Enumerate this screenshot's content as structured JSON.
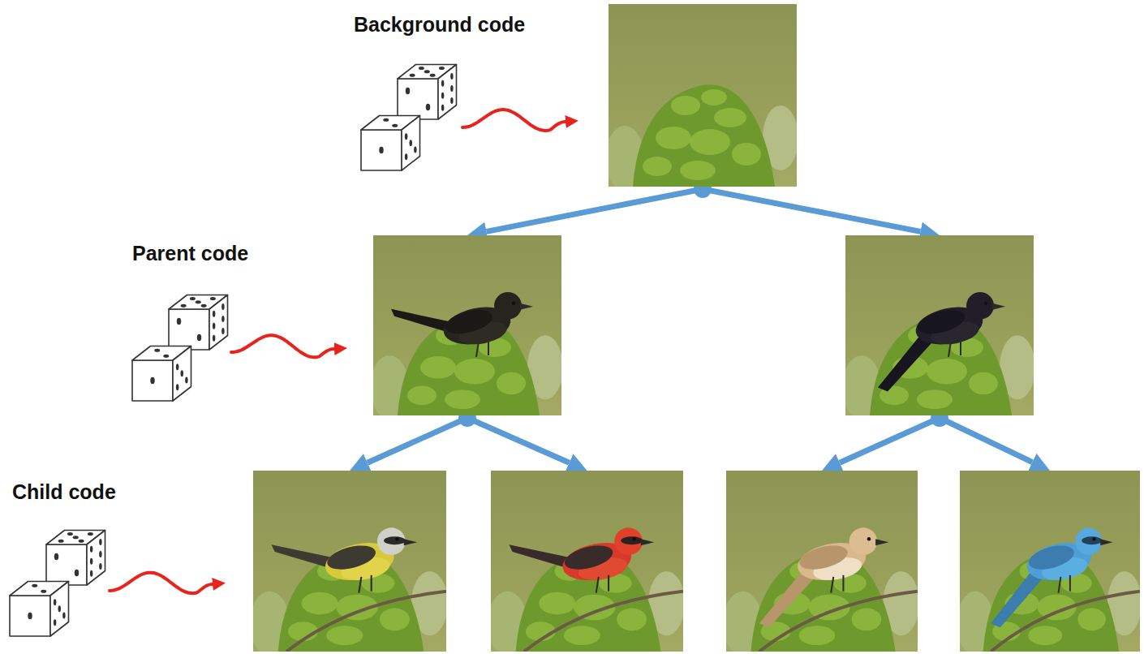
{
  "diagram": {
    "nodes": [
      {
        "text": []
      },
      {
        "text": []
      },
      {
        "text": []
      },
      {
        "text": []
      },
      {
        "text": []
      },
      {
        "text": []
      },
      {
        "text": []
      }
    ],
    "edges": [
      {
        "from": 0,
        "to": 1,
        "arrow": "to"
      },
      {
        "from": 0,
        "to": 2,
        "arrow": "to"
      },
      {
        "from": 1,
        "to": 3,
        "arrow": "to"
      },
      {
        "from": 1,
        "to": 4,
        "arrow": "to"
      },
      {
        "from": 2,
        "to": 5,
        "arrow": "to"
      },
      {
        "from": 2,
        "to": 6,
        "arrow": "to"
      }
    ],
    "labels": [
      "Background code",
      "Parent code",
      "Child code"
    ]
  }
}
